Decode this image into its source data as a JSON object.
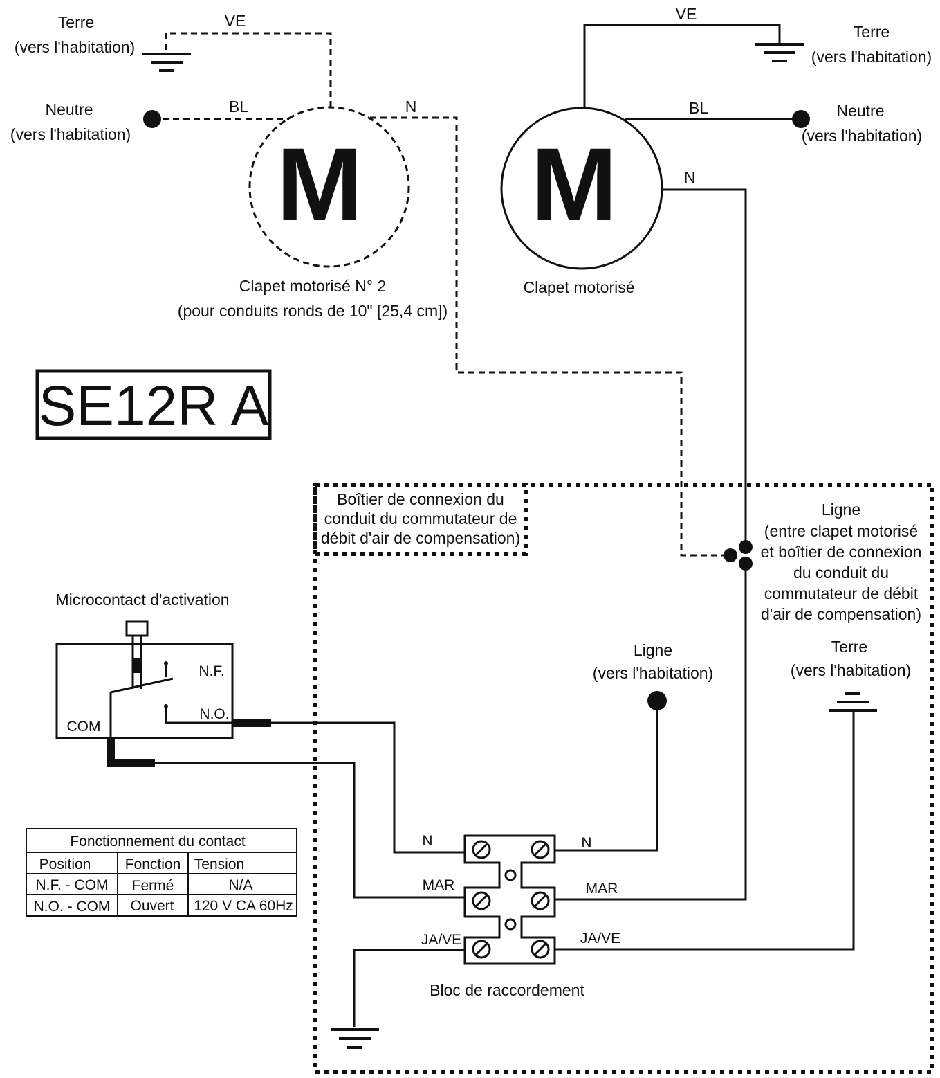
{
  "colors": {
    "ink": "#111111",
    "background": "#ffffff"
  },
  "model": "SE12R A",
  "motor_letter": "M",
  "damper2": {
    "ground_label": "Terre",
    "ground_sub": "(vers l'habitation)",
    "neutral_label": "Neutre",
    "neutral_sub": "(vers l'habitation)",
    "wire_ve": "VE",
    "wire_bl": "BL",
    "wire_n": "N",
    "caption_1": "Clapet motorisé N° 2",
    "caption_2": "(pour conduits ronds de 10\" [25,4 cm])"
  },
  "damper1": {
    "ground_label": "Terre",
    "ground_sub": "(vers l'habitation)",
    "neutral_label": "Neutre",
    "neutral_sub": "(vers l'habitation)",
    "wire_ve": "VE",
    "wire_bl": "BL",
    "wire_n": "N",
    "caption": "Clapet motorisé"
  },
  "junction_box": {
    "title_lines": [
      "Boîtier de connexion du",
      "conduit du commutateur de",
      "débit d'air de compensation)"
    ],
    "line_title": "Ligne",
    "line_desc": [
      "(entre clapet motorisé",
      "et boîtier de connexion",
      "du conduit du",
      "commutateur de débit",
      "d'air de compensation)"
    ],
    "line_house": "Ligne",
    "line_house_sub": "(vers l'habitation)",
    "ground_house": "Terre",
    "ground_house_sub": "(vers l'habitation)"
  },
  "microswitch": {
    "title": "Microcontact d'activation",
    "nf": "N.F.",
    "no": "N.O.",
    "com": "COM"
  },
  "terminal_block": {
    "caption": "Bloc de raccordement",
    "left": [
      "N",
      "MAR",
      "JA/VE"
    ],
    "right": [
      "N",
      "MAR",
      "JA/VE"
    ]
  },
  "contact_table": {
    "title": "Fonctionnement du contact",
    "headers": [
      "Position",
      "Fonction",
      "Tension"
    ],
    "rows": [
      [
        "N.F. - COM",
        "Fermé",
        "N/A"
      ],
      [
        "N.O. - COM",
        "Ouvert",
        "120 V CA 60Hz"
      ]
    ]
  }
}
